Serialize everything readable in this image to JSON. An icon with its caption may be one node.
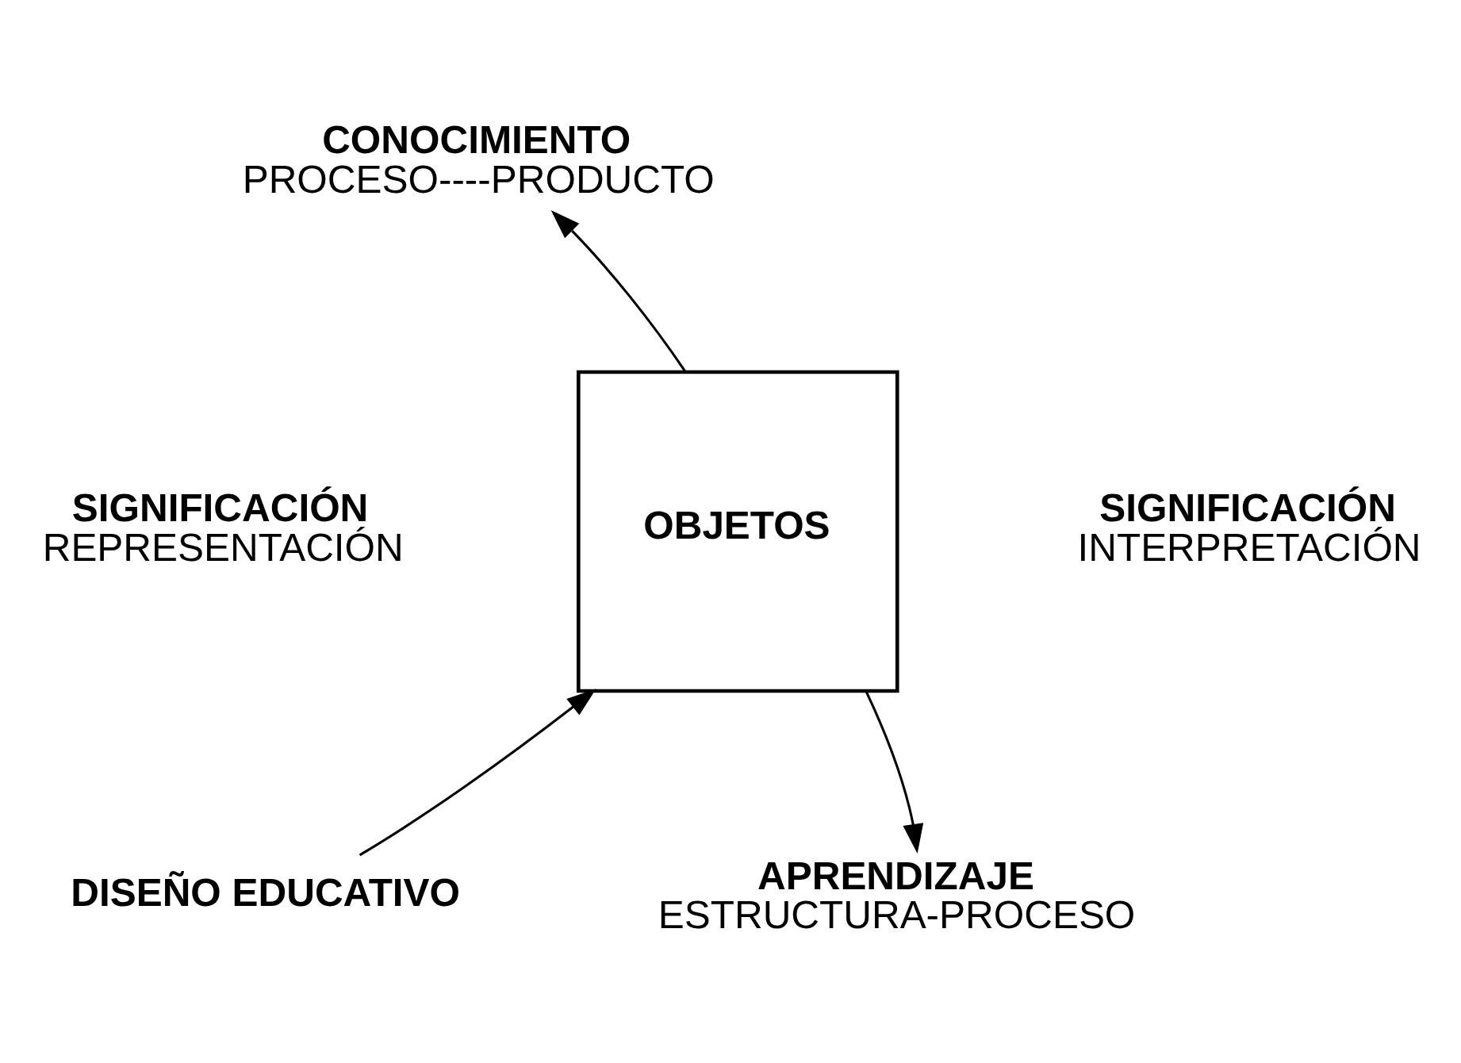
{
  "diagram": {
    "nodes": [
      {
        "text": [
          "CONOCIMIENTO",
          "PROCESO----PRODUCTO"
        ]
      },
      {
        "text": [
          "SIGNIFICACIÓN",
          "REPRESENTACIÓN"
        ]
      },
      {
        "text": [
          "OBJETOS"
        ]
      },
      {
        "text": [
          "SIGNIFICACIÓN",
          "INTERPRETACIÓN"
        ]
      },
      {
        "text": [
          "DISEÑO EDUCATIVO"
        ]
      },
      {
        "text": [
          "APRENDIZAJE",
          "ESTRUCTURA-PROCESO"
        ]
      }
    ],
    "edges": [
      {
        "from": 2,
        "to": 0,
        "arrow": "to"
      },
      {
        "from": 2,
        "to": 5,
        "arrow": "to"
      },
      {
        "from": 4,
        "to": 2,
        "arrow": "to"
      }
    ]
  }
}
